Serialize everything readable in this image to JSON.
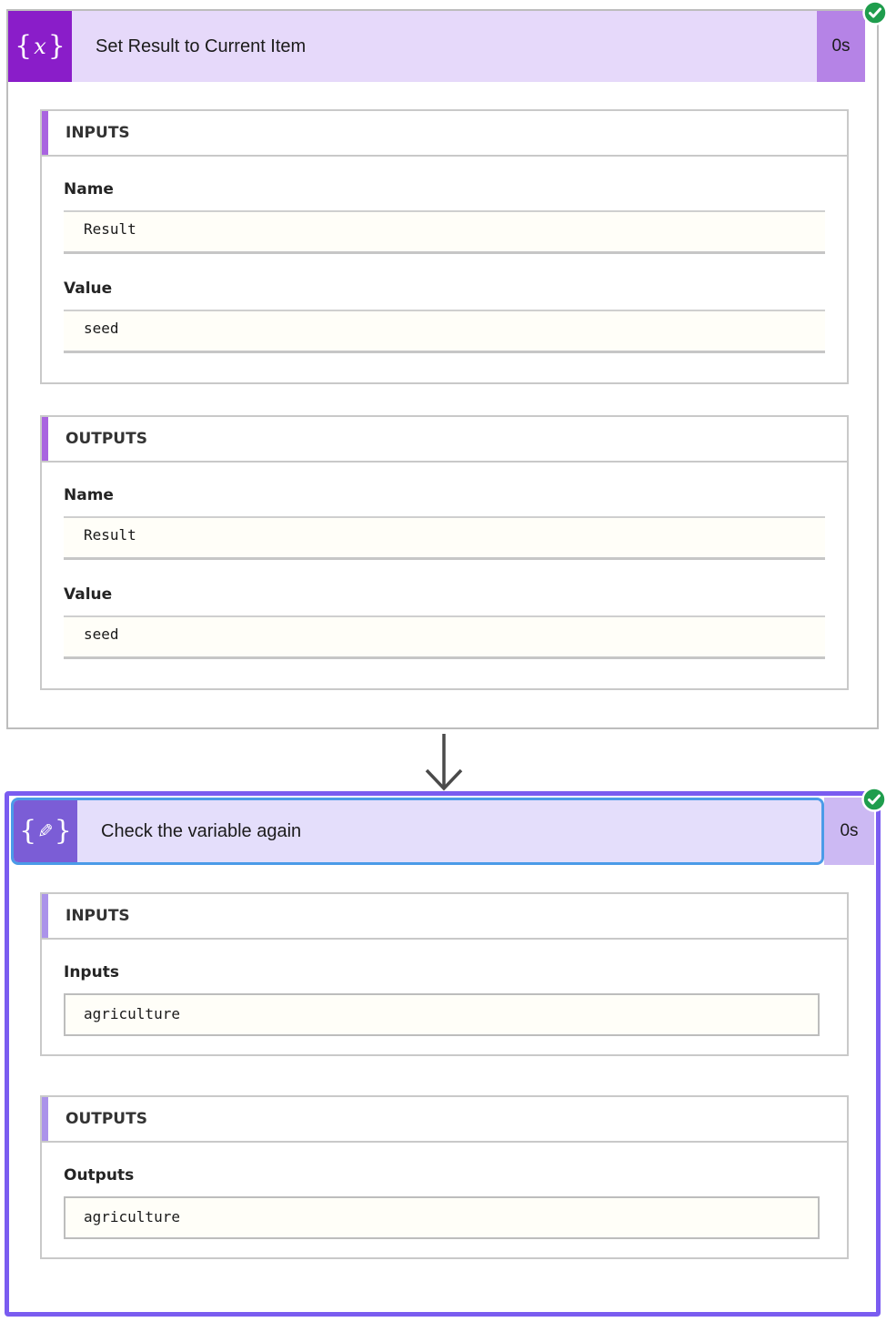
{
  "flow_run": {
    "cards": [
      {
        "name": "set-result-to-current-item",
        "title": "Set Result to Current Item",
        "duration": "0s",
        "status": "succeeded",
        "icon": {
          "name": "set-variable-icon",
          "left_brace": "{",
          "glyph": "x",
          "right_brace": "}"
        },
        "sections": [
          {
            "heading": "INPUTS",
            "fields": [
              {
                "label": "Name",
                "value": "Result"
              },
              {
                "label": "Value",
                "value": "seed"
              }
            ]
          },
          {
            "heading": "OUTPUTS",
            "fields": [
              {
                "label": "Name",
                "value": "Result"
              },
              {
                "label": "Value",
                "value": "seed"
              }
            ]
          }
        ]
      },
      {
        "name": "check-the-variable-again",
        "title": "Check the variable again",
        "duration": "0s",
        "status": "succeeded",
        "selected": true,
        "icon": {
          "name": "compose-icon",
          "left_brace": "{",
          "glyph": "✎",
          "right_brace": "}"
        },
        "sections": [
          {
            "heading": "INPUTS",
            "fields": [
              {
                "label": "Inputs",
                "value": "agriculture"
              }
            ]
          },
          {
            "heading": "OUTPUTS",
            "fields": [
              {
                "label": "Outputs",
                "value": "agriculture"
              }
            ]
          }
        ]
      }
    ]
  },
  "colors": {
    "icon1-bg": "#8a1dc9",
    "header1-bg": "#e6d9fa",
    "dur1-bg": "#b583e6",
    "icon2-bg": "#7b5dd6",
    "header2-bg": "#e4defb",
    "dur2-bg": "#ccb9f3",
    "card2-border": "#7a5cf0",
    "selection-blue": "#4b9be8",
    "accent1": "#a964e0",
    "accent2": "#ab93ea",
    "field-bg": "#fffef8",
    "check-green": "#1f9d4d",
    "arrow-gray": "#4a4a4a"
  }
}
